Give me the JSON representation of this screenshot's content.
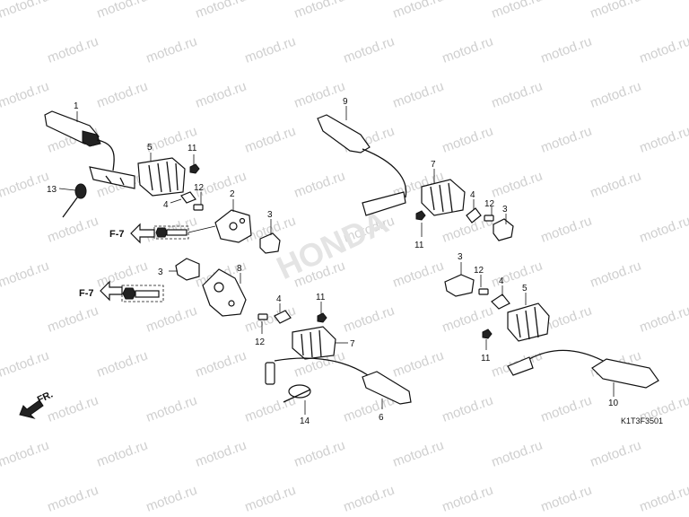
{
  "watermark": "motod.ru",
  "diagram_code": "K1T3F3501",
  "direction_label": "FR.",
  "ref_labels": [
    "F-7",
    "F-7"
  ],
  "callouts": [
    {
      "id": "c1",
      "text": "1"
    },
    {
      "id": "c2",
      "text": "2"
    },
    {
      "id": "c3a",
      "text": "3"
    },
    {
      "id": "c3b",
      "text": "3"
    },
    {
      "id": "c3c",
      "text": "3"
    },
    {
      "id": "c3d",
      "text": "3"
    },
    {
      "id": "c4a",
      "text": "4"
    },
    {
      "id": "c4b",
      "text": "4"
    },
    {
      "id": "c4c",
      "text": "4"
    },
    {
      "id": "c4d",
      "text": "4"
    },
    {
      "id": "c5a",
      "text": "5"
    },
    {
      "id": "c5b",
      "text": "5"
    },
    {
      "id": "c6",
      "text": "6"
    },
    {
      "id": "c7a",
      "text": "7"
    },
    {
      "id": "c7b",
      "text": "7"
    },
    {
      "id": "c8",
      "text": "8"
    },
    {
      "id": "c9",
      "text": "9"
    },
    {
      "id": "c10",
      "text": "10"
    },
    {
      "id": "c11a",
      "text": "11"
    },
    {
      "id": "c11b",
      "text": "11"
    },
    {
      "id": "c11c",
      "text": "11"
    },
    {
      "id": "c11d",
      "text": "11"
    },
    {
      "id": "c12a",
      "text": "12"
    },
    {
      "id": "c12b",
      "text": "12"
    },
    {
      "id": "c12c",
      "text": "12"
    },
    {
      "id": "c12d",
      "text": "12"
    },
    {
      "id": "c13",
      "text": "13"
    },
    {
      "id": "c14",
      "text": "14"
    }
  ]
}
